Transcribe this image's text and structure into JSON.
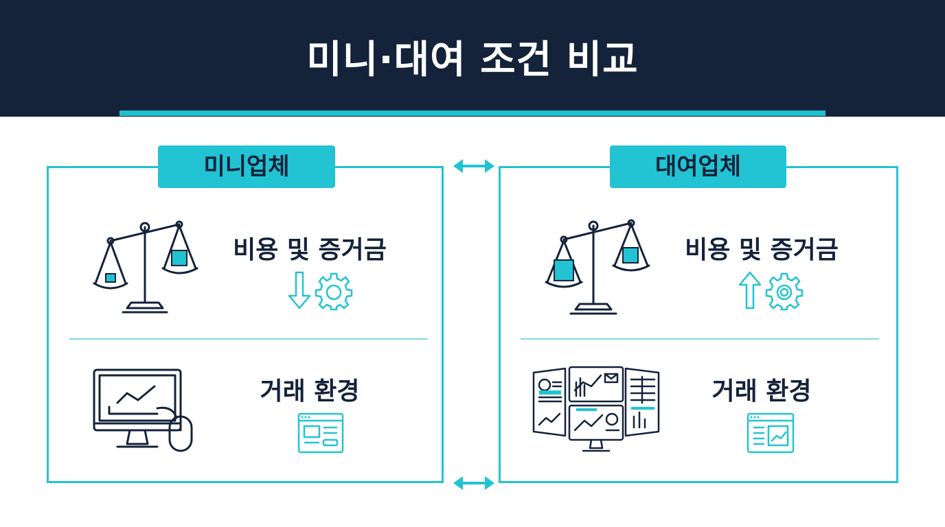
{
  "header": {
    "title": "미니·대여 조건 비교"
  },
  "panels": [
    {
      "badge": "미니업체",
      "rows": [
        {
          "label": "비용 및 증거금",
          "trend": "down"
        },
        {
          "label": "거래 환경"
        }
      ]
    },
    {
      "badge": "대여업체",
      "rows": [
        {
          "label": "비용 및 증거금",
          "trend": "up"
        },
        {
          "label": "거래 환경"
        }
      ]
    }
  ],
  "colors": {
    "navy": "#14223a",
    "accent": "#22c3d2",
    "divider": "#7fdbe4"
  },
  "icons": [
    "scale-light-heavy-right-icon",
    "down-arrow-icon",
    "gear-icon",
    "monitor-chart-mouse-icon",
    "browser-window-icon",
    "scale-heavy-left-icon",
    "up-arrow-icon",
    "gear-icon",
    "multi-monitor-dashboard-icon",
    "browser-chart-window-icon",
    "double-arrow-icon"
  ]
}
